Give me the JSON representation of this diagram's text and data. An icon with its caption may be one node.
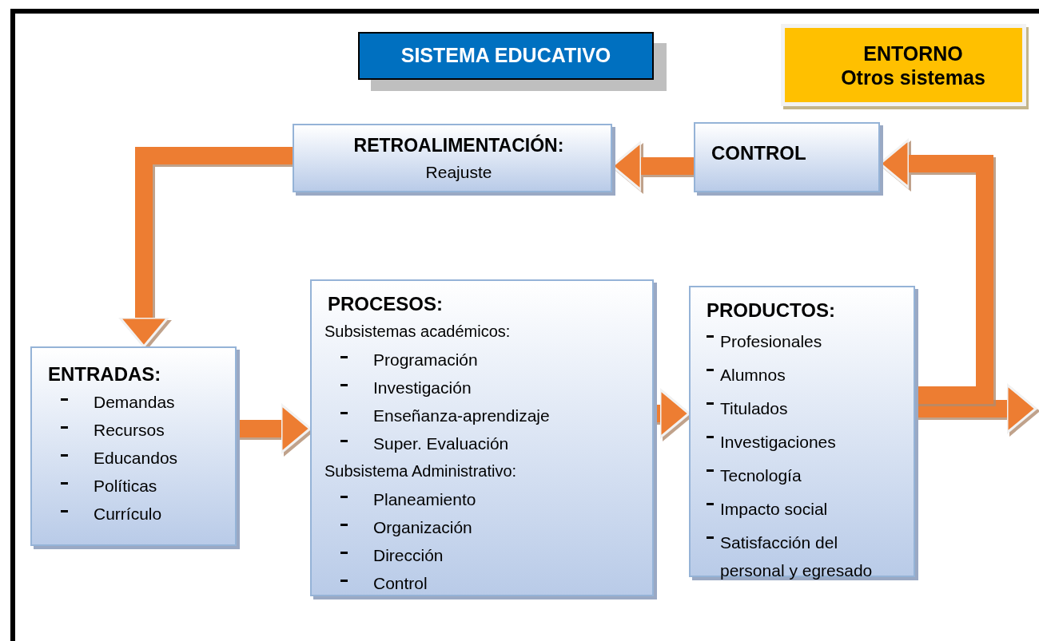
{
  "diagram": {
    "nodes": [
      {
        "text": [
          "SISTEMA EDUCATIVO"
        ]
      },
      {
        "text": [
          "ENTORNO",
          "Otros sistemas"
        ]
      },
      {
        "text": [
          "RETROALIMENTACIÓN:",
          "Reajuste"
        ]
      },
      {
        "text": [
          "CONTROL"
        ]
      },
      {
        "text": [
          "ENTRADAS:",
          "Demandas",
          "Recursos",
          "Educandos",
          "Políticas",
          "Currículo"
        ]
      },
      {
        "text": [
          "PROCESOS:",
          "Subsistemas académicos:",
          "Programación",
          "Investigación",
          "Enseñanza-aprendizaje",
          "Super. Evaluación",
          "Subsistema Administrativo:",
          "Planeamiento",
          "Organización",
          "Dirección",
          "Control"
        ]
      },
      {
        "text": [
          "PRODUCTOS:",
          "Profesionales",
          "Alumnos",
          "Titulados",
          "Investigaciones",
          "Tecnología",
          "Impacto social",
          "Satisfacción del personal y egresado"
        ]
      }
    ],
    "edges": [
      {
        "from": 3,
        "to": 2,
        "arrow": "to"
      },
      {
        "from": 2,
        "to": 4,
        "arrow": "to"
      },
      {
        "from": 4,
        "to": 5,
        "arrow": "to"
      },
      {
        "from": 5,
        "to": 6,
        "arrow": "to"
      },
      {
        "from": 6,
        "to": null,
        "arrow": "to"
      },
      {
        "from": 6,
        "to": 3,
        "arrow": "to"
      }
    ]
  }
}
